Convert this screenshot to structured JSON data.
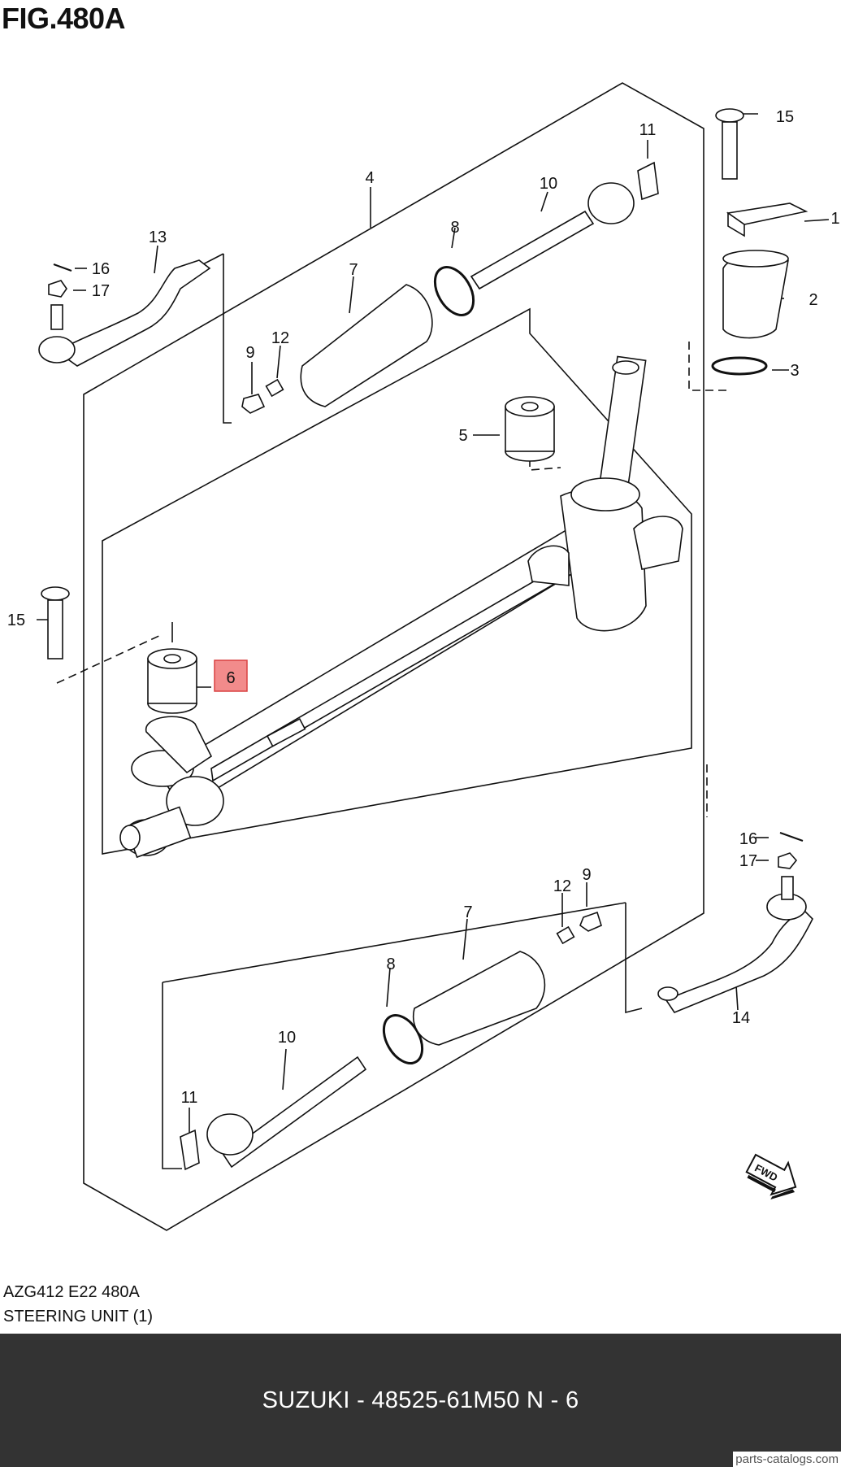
{
  "figure": {
    "title": "FIG.480A",
    "code": "AZG412 E22 480A",
    "name": "STEERING UNIT (1)"
  },
  "callouts": {
    "c1": "1",
    "c2": "2",
    "c3": "3",
    "c4": "4",
    "c5": "5",
    "c6": "6",
    "c7a": "7",
    "c7b": "7",
    "c8a": "8",
    "c8b": "8",
    "c9a": "9",
    "c9b": "9",
    "c10a": "10",
    "c10b": "10",
    "c11a": "11",
    "c11b": "11",
    "c12a": "12",
    "c12b": "12",
    "c13": "13",
    "c14": "14",
    "c15a": "15",
    "c15b": "15",
    "c16a": "16",
    "c16b": "16",
    "c17a": "17",
    "c17b": "17"
  },
  "highlight": {
    "label": "6",
    "color": "#f28b8b",
    "border": "#d94040"
  },
  "fwd_label": "FWD",
  "footer": {
    "text": "SUZUKI - 48525-61M50   N - 6",
    "background": "#333333"
  },
  "watermark": "parts-catalogs.com"
}
